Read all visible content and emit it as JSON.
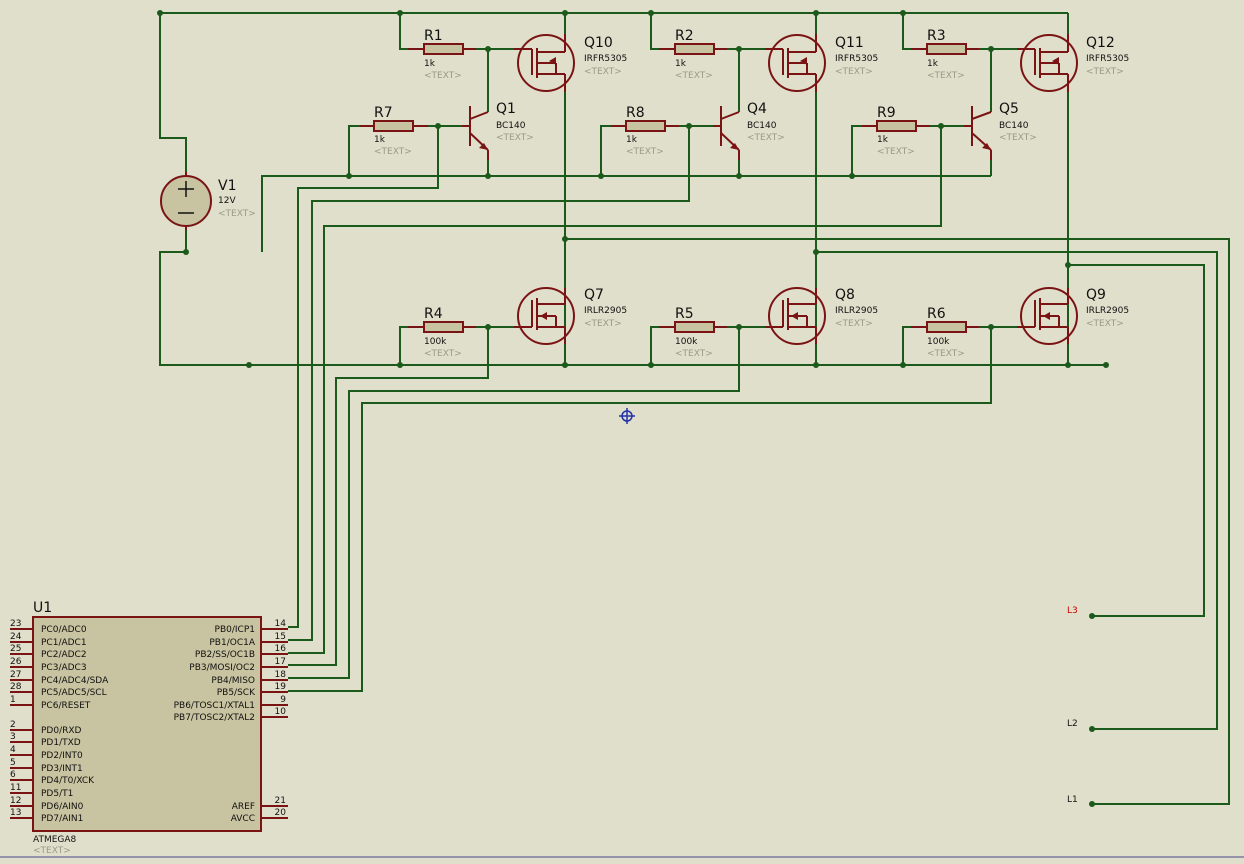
{
  "placeholder": "<TEXT>",
  "source": {
    "ref": "V1",
    "value": "12V"
  },
  "resistors": [
    {
      "ref": "R1",
      "value": "1k"
    },
    {
      "ref": "R2",
      "value": "1k"
    },
    {
      "ref": "R3",
      "value": "1k"
    },
    {
      "ref": "R7",
      "value": "1k"
    },
    {
      "ref": "R8",
      "value": "1k"
    },
    {
      "ref": "R9",
      "value": "1k"
    },
    {
      "ref": "R4",
      "value": "100k"
    },
    {
      "ref": "R5",
      "value": "100k"
    },
    {
      "ref": "R6",
      "value": "100k"
    }
  ],
  "transistors": [
    {
      "ref": "Q1",
      "value": "BC140"
    },
    {
      "ref": "Q4",
      "value": "BC140"
    },
    {
      "ref": "Q5",
      "value": "BC140"
    }
  ],
  "mosfets_high": [
    {
      "ref": "Q10",
      "value": "IRFR5305"
    },
    {
      "ref": "Q11",
      "value": "IRFR5305"
    },
    {
      "ref": "Q12",
      "value": "IRFR5305"
    }
  ],
  "mosfets_low": [
    {
      "ref": "Q7",
      "value": "IRLR2905"
    },
    {
      "ref": "Q8",
      "value": "IRLR2905"
    },
    {
      "ref": "Q9",
      "value": "IRLR2905"
    }
  ],
  "mcu": {
    "ref": "U1",
    "part": "ATMEGA8",
    "left_pins": [
      {
        "num": "23",
        "name": "PC0/ADC0"
      },
      {
        "num": "24",
        "name": "PC1/ADC1"
      },
      {
        "num": "25",
        "name": "PC2/ADC2"
      },
      {
        "num": "26",
        "name": "PC3/ADC3"
      },
      {
        "num": "27",
        "name": "PC4/ADC4/SDA"
      },
      {
        "num": "28",
        "name": "PC5/ADC5/SCL"
      },
      {
        "num": "1",
        "name": "PC6/RESET"
      },
      {
        "num": "2",
        "name": "PD0/RXD"
      },
      {
        "num": "3",
        "name": "PD1/TXD"
      },
      {
        "num": "4",
        "name": "PD2/INT0"
      },
      {
        "num": "5",
        "name": "PD3/INT1"
      },
      {
        "num": "6",
        "name": "PD4/T0/XCK"
      },
      {
        "num": "11",
        "name": "PD5/T1"
      },
      {
        "num": "12",
        "name": "PD6/AIN0"
      },
      {
        "num": "13",
        "name": "PD7/AIN1"
      }
    ],
    "right_pins": [
      {
        "num": "14",
        "name": "PB0/ICP1"
      },
      {
        "num": "15",
        "name": "PB1/OC1A"
      },
      {
        "num": "16",
        "name": "PB2/SS/OC1B"
      },
      {
        "num": "17",
        "name": "PB3/MOSI/OC2"
      },
      {
        "num": "18",
        "name": "PB4/MISO"
      },
      {
        "num": "19",
        "name": "PB5/SCK"
      },
      {
        "num": "9",
        "name": "PB6/TOSC1/XTAL1"
      },
      {
        "num": "10",
        "name": "PB7/TOSC2/XTAL2"
      },
      {
        "num": "21",
        "name": "AREF"
      },
      {
        "num": "20",
        "name": "AVCC"
      }
    ]
  },
  "outputs": [
    {
      "name": "L3",
      "color": "#cc0000"
    },
    {
      "name": "L2",
      "color": "#111111"
    },
    {
      "name": "L1",
      "color": "#111111"
    }
  ]
}
